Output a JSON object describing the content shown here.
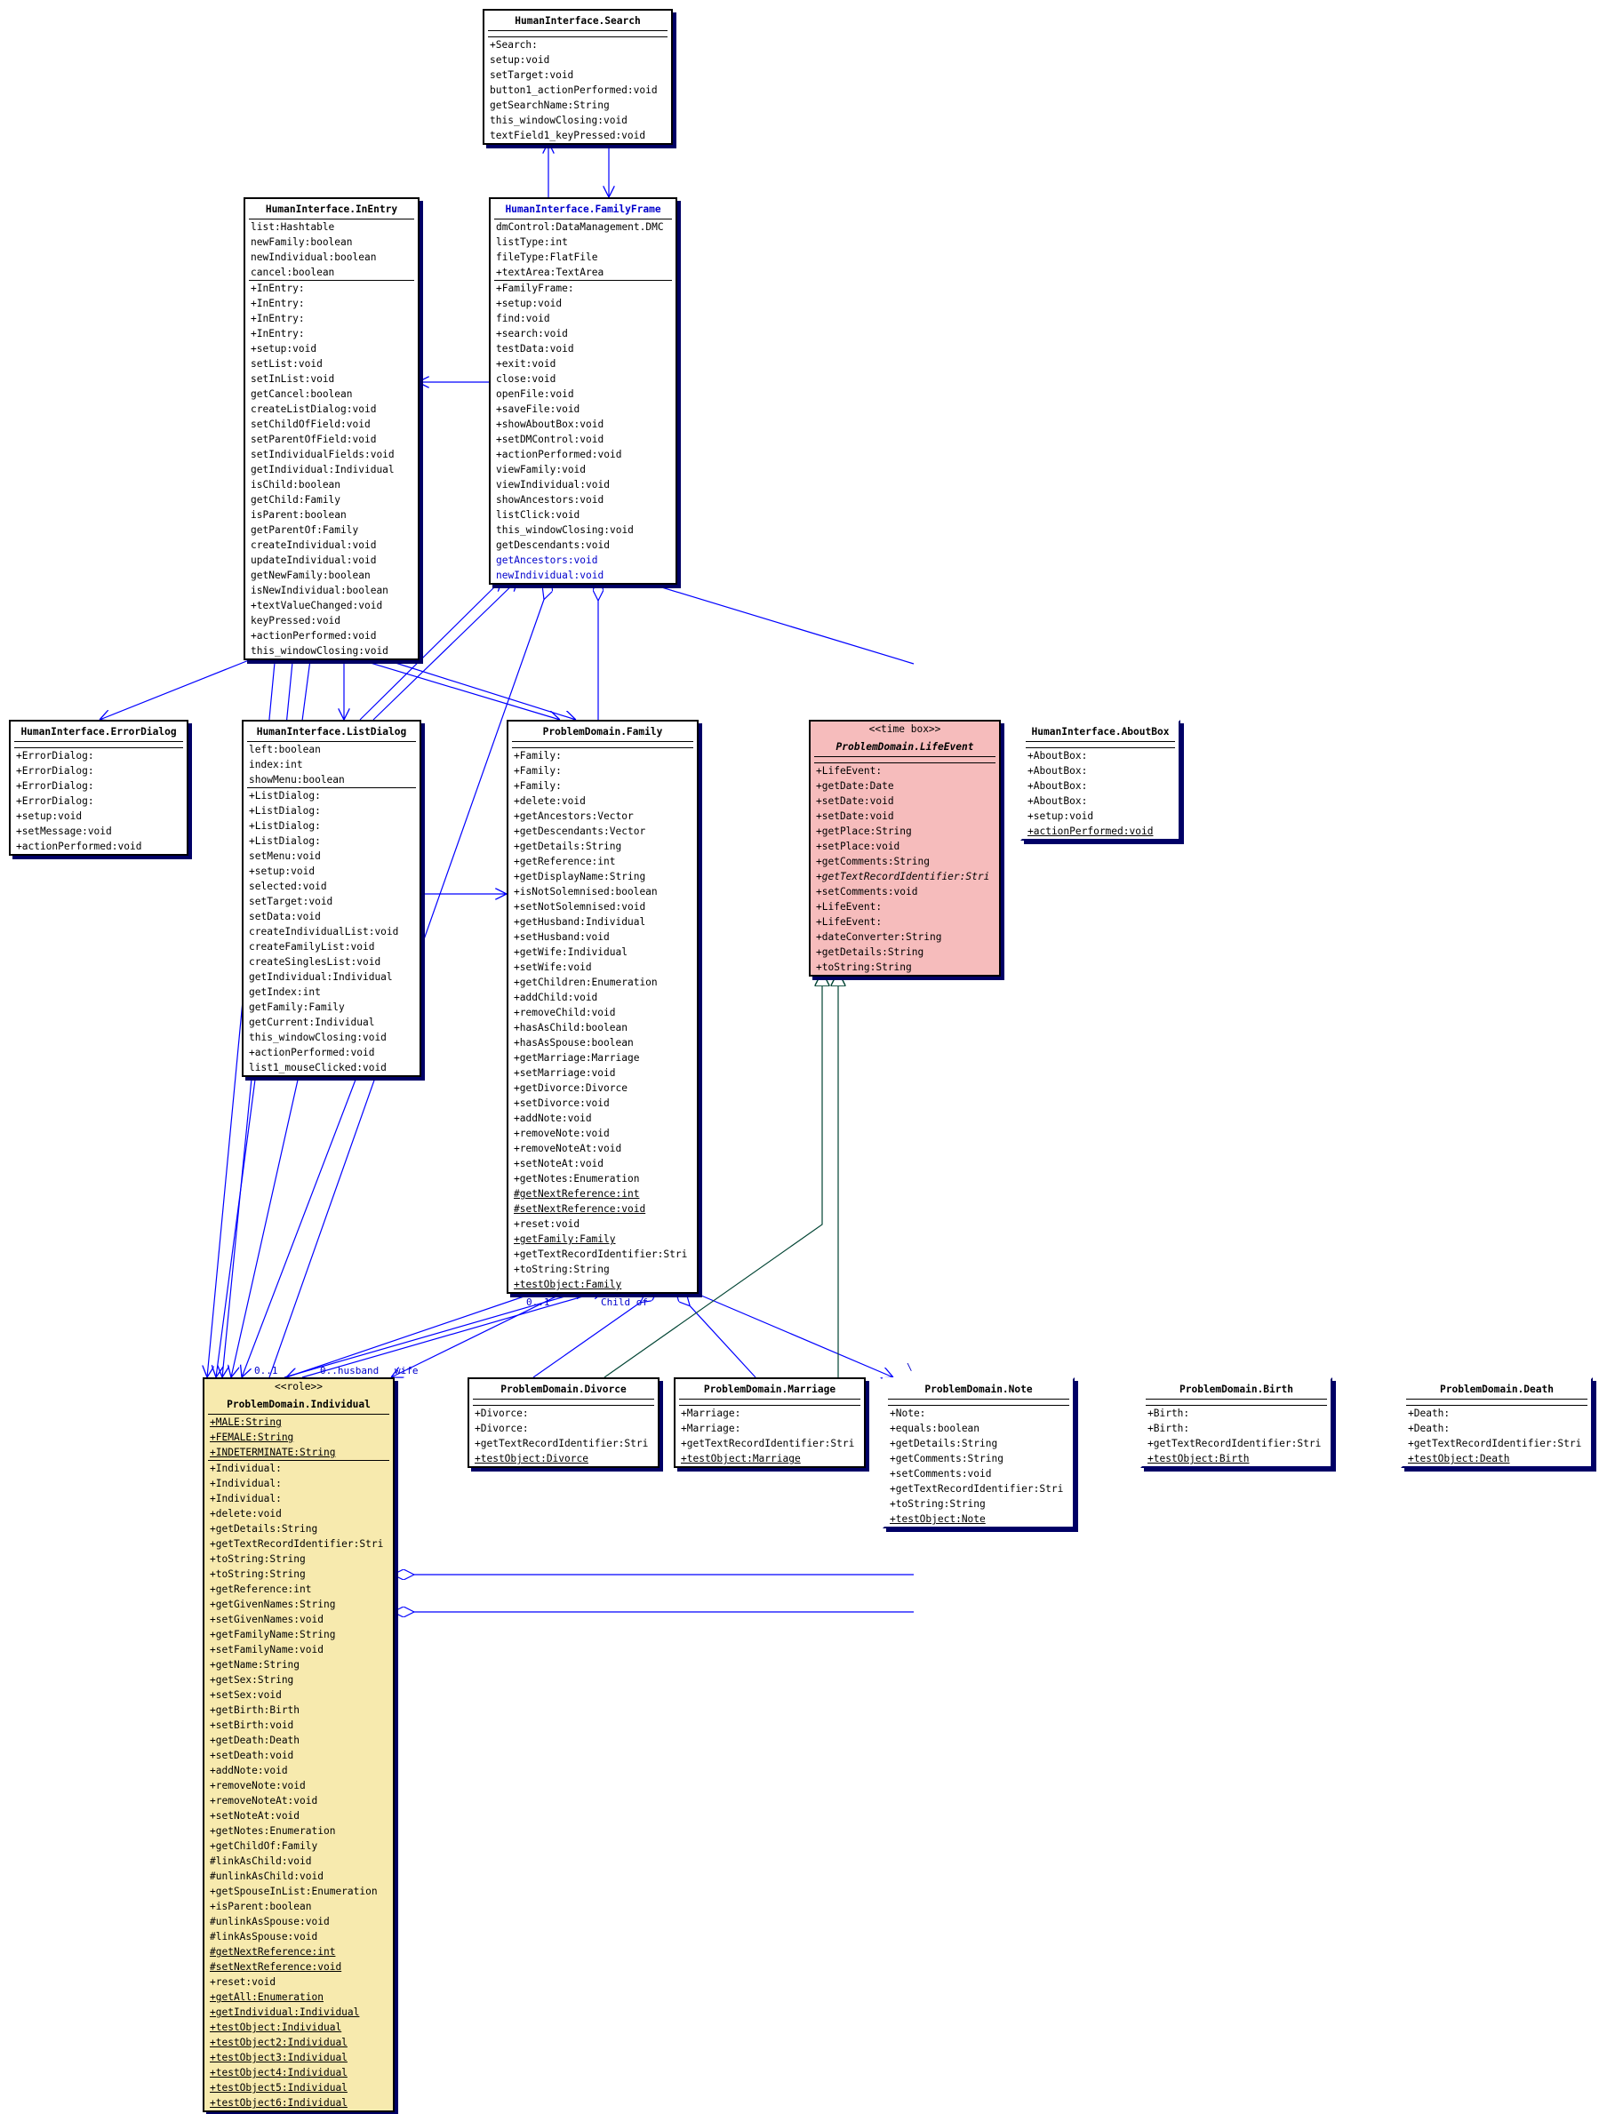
{
  "classes": {
    "search": {
      "title": "HumanInterface.Search",
      "attributes": [],
      "operations": [
        "+Search:",
        " setup:void",
        " setTarget:void",
        " button1_actionPerformed:void",
        " getSearchName:String",
        " this_windowClosing:void",
        " textField1_keyPressed:void"
      ]
    },
    "inentry": {
      "title": "HumanInterface.InEntry",
      "attributes": [
        " list:Hashtable",
        " newFamily:boolean",
        " newIndividual:boolean",
        " cancel:boolean"
      ],
      "operations": [
        "+InEntry:",
        "+InEntry:",
        "+InEntry:",
        "+InEntry:",
        "+setup:void",
        " setList:void",
        " setInList:void",
        " getCancel:boolean",
        " createListDialog:void",
        " setChildOfField:void",
        " setParentOfField:void",
        " setIndividualFields:void",
        " getIndividual:Individual",
        " isChild:boolean",
        " getChild:Family",
        " isParent:boolean",
        " getParentOf:Family",
        " createIndividual:void",
        " updateIndividual:void",
        " getNewFamily:boolean",
        " isNewIndividual:boolean",
        "+textValueChanged:void",
        " keyPressed:void",
        "+actionPerformed:void",
        " this_windowClosing:void"
      ]
    },
    "familyframe": {
      "title": "HumanInterface.FamilyFrame",
      "attributes": [
        " dmControl:DataManagement.DMC",
        " listType:int",
        " fileType:FlatFile",
        "+textArea:TextArea"
      ],
      "operations": [
        "+FamilyFrame:",
        "+setup:void",
        " find:void",
        "+search:void",
        " testData:void",
        "+exit:void",
        " close:void",
        " openFile:void",
        "+saveFile:void",
        "+showAboutBox:void",
        "+setDMControl:void",
        "+actionPerformed:void",
        " viewFamily:void",
        " viewIndividual:void",
        " showAncestors:void",
        " listClick:void",
        " this_windowClosing:void",
        " getDescendants:void",
        " getAncestors:void",
        " newIndividual:void"
      ]
    },
    "errordialog": {
      "title": "HumanInterface.ErrorDialog",
      "attributes": [],
      "operations": [
        "+ErrorDialog:",
        "+ErrorDialog:",
        "+ErrorDialog:",
        "+ErrorDialog:",
        "+setup:void",
        "+setMessage:void",
        "+actionPerformed:void"
      ]
    },
    "listdialog": {
      "title": "HumanInterface.ListDialog",
      "attributes": [
        " left:boolean",
        " index:int",
        " showMenu:boolean"
      ],
      "operations": [
        "+ListDialog:",
        "+ListDialog:",
        "+ListDialog:",
        "+ListDialog:",
        " setMenu:void",
        "+setup:void",
        " selected:void",
        " setTarget:void",
        " setData:void",
        " createIndividualList:void",
        " createFamilyList:void",
        " createSinglesList:void",
        " getIndividual:Individual",
        " getIndex:int",
        " getFamily:Family",
        " getCurrent:Individual",
        " this_windowClosing:void",
        "+actionPerformed:void",
        " list1_mouseClicked:void"
      ]
    },
    "family": {
      "title": "ProblemDomain.Family",
      "attributes": [],
      "operations": [
        "+Family:",
        "+Family:",
        "+Family:",
        "+delete:void",
        "+getAncestors:Vector",
        "+getDescendants:Vector",
        "+getDetails:String",
        "+getReference:int",
        "+getDisplayName:String",
        "+isNotSolemnised:boolean",
        "+setNotSolemnised:void",
        "+getHusband:Individual",
        "+setHusband:void",
        "+getWife:Individual",
        "+setWife:void",
        "+getChildren:Enumeration",
        "+addChild:void",
        "+removeChild:void",
        "+hasAsChild:boolean",
        "+hasAsSpouse:boolean",
        "+getMarriage:Marriage",
        "+setMarriage:void",
        "+getDivorce:Divorce",
        "+setDivorce:void",
        "+addNote:void",
        "+removeNote:void",
        "+removeNoteAt:void",
        "+setNoteAt:void",
        "+getNotes:Enumeration",
        "#getNextReference:int",
        "#setNextReference:void",
        "+reset:void",
        "+getFamily:Family",
        "+getTextRecordIdentifier:Stri",
        "+toString:String",
        "+testObject:Family"
      ]
    },
    "lifeevent": {
      "stereotype": "<<time box>>",
      "title": "ProblemDomain.LifeEvent",
      "attributes": [],
      "operations": [
        "+LifeEvent:",
        "+getDate:Date",
        "+setDate:void",
        "+setDate:void",
        "+getPlace:String",
        "+setPlace:void",
        "+getComments:String",
        "+getTextRecordIdentifier:Stri",
        "+setComments:void",
        "+LifeEvent:",
        "+LifeEvent:",
        "+dateConverter:String",
        "+getDetails:String",
        "+toString:String"
      ]
    },
    "aboutbox": {
      "title": "HumanInterface.AboutBox",
      "attributes": [],
      "operations": [
        "+AboutBox:",
        "+AboutBox:",
        "+AboutBox:",
        "+AboutBox:",
        "+setup:void",
        "+actionPerformed:void"
      ]
    },
    "individual": {
      "stereotype": "<<role>>",
      "title": "ProblemDomain.Individual",
      "attributes": [
        "+MALE:String",
        "+FEMALE:String",
        "+INDETERMINATE:String"
      ],
      "operations": [
        "+Individual:",
        "+Individual:",
        "+Individual:",
        "+delete:void",
        "+getDetails:String",
        "+getTextRecordIdentifier:Stri",
        "+toString:String",
        "+toString:String",
        "+getReference:int",
        "+getGivenNames:String",
        "+setGivenNames:void",
        "+getFamilyName:String",
        "+setFamilyName:void",
        "+getName:String",
        "+getSex:String",
        "+setSex:void",
        "+getBirth:Birth",
        "+setBirth:void",
        "+getDeath:Death",
        "+setDeath:void",
        "+addNote:void",
        "+removeNote:void",
        "+removeNoteAt:void",
        "+setNoteAt:void",
        "+getNotes:Enumeration",
        "+getChildOf:Family",
        "#linkAsChild:void",
        "#unlinkAsChild:void",
        "+getSpouseInList:Enumeration",
        "+isParent:boolean",
        "#unlinkAsSpouse:void",
        "#linkAsSpouse:void",
        "#getNextReference:int",
        "#setNextReference:void",
        "+reset:void",
        "+getAll:Enumeration",
        "+getIndividual:Individual",
        "+testObject:Individual",
        "+testObject2:Individual",
        "+testObject3:Individual",
        "+testObject4:Individual",
        "+testObject5:Individual",
        "+testObject6:Individual"
      ]
    },
    "divorce": {
      "title": "ProblemDomain.Divorce",
      "attributes": [],
      "operations": [
        "+Divorce:",
        "+Divorce:",
        "+getTextRecordIdentifier:Stri",
        "+testObject:Divorce"
      ]
    },
    "marriage": {
      "title": "ProblemDomain.Marriage",
      "attributes": [],
      "operations": [
        "+Marriage:",
        "+Marriage:",
        "+getTextRecordIdentifier:Stri",
        "+testObject:Marriage"
      ]
    },
    "note": {
      "title": "ProblemDomain.Note",
      "attributes": [],
      "operations": [
        "+Note:",
        "+equals:boolean",
        "+getDetails:String",
        "+getComments:String",
        "+setComments:void",
        "+getTextRecordIdentifier:Stri",
        "+toString:String",
        "+testObject:Note"
      ]
    },
    "birth": {
      "title": "ProblemDomain.Birth",
      "attributes": [],
      "operations": [
        "+Birth:",
        "+Birth:",
        "+getTextRecordIdentifier:Stri",
        "+testObject:Birth"
      ]
    },
    "death": {
      "title": "ProblemDomain.Death",
      "attributes": [],
      "operations": [
        "+Death:",
        "+Death:",
        "+getTextRecordIdentifier:Stri",
        "+testObject:Death"
      ]
    }
  },
  "labels": {
    "m_01": "0..1",
    "child_of": "Child of",
    "m_01_b": "0..1",
    "husband": "0..husband",
    "wife": "wife",
    "note_mark": "\\"
  },
  "colors": {
    "edge": "#0000ff",
    "generalization": "#004433",
    "lifeevent_fill": "#f6bcbc",
    "individual_fill": "#f7eaae",
    "shadow": "#000066"
  }
}
